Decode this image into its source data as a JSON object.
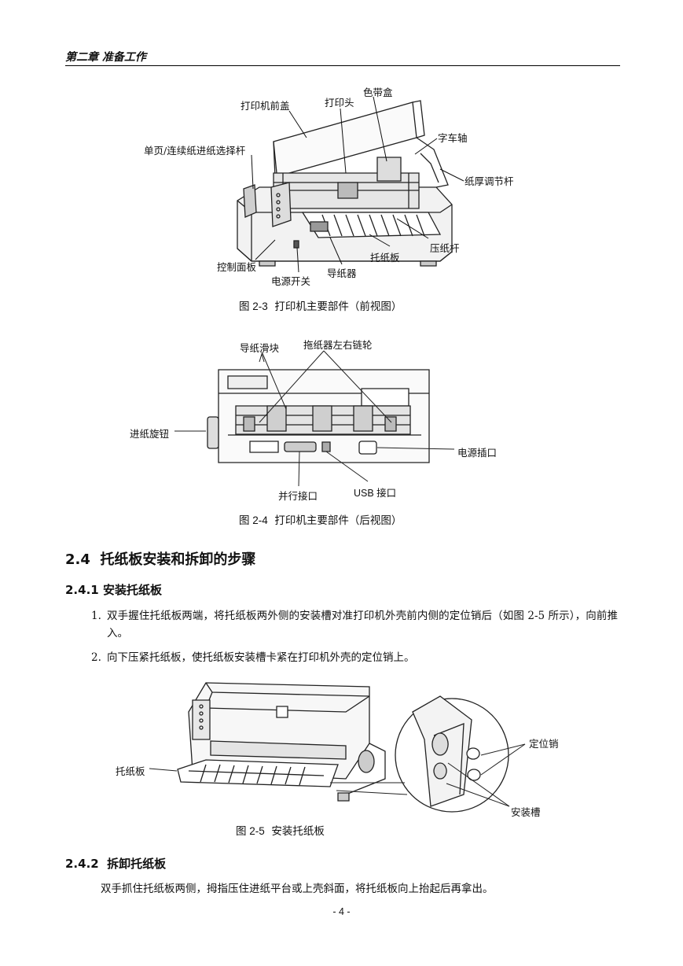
{
  "header": {
    "chapter": "第二章 准备工作"
  },
  "figure3": {
    "labels": {
      "front_cover": "打印机前盖",
      "print_head": "打印头",
      "ribbon": "色带盒",
      "carriage_shaft": "字车轴",
      "selector_lever": "单页/连续纸进纸选择杆",
      "thickness_lever": "纸厚调节杆",
      "bail": "压纸杆",
      "tray": "托纸板",
      "control_panel": "控制面板",
      "guide": "导纸器",
      "power_switch": "电源开关"
    },
    "caption_num": "图 2-3",
    "caption_text": "打印机主要部件（前视图）"
  },
  "figure4": {
    "labels": {
      "slider": "导纸滑块",
      "sprocket": "拖纸器左右链轮",
      "knob": "进纸旋钮",
      "power_socket": "电源插口",
      "parallel": "并行接口",
      "usb": "USB 接口"
    },
    "caption_num": "图 2-4",
    "caption_text": "打印机主要部件（后视图）"
  },
  "section": {
    "number": "2.4",
    "title": "托纸板安装和拆卸的步骤"
  },
  "sub1": {
    "number": "2.4.1",
    "title": "安装托纸板",
    "step1_num": "1.",
    "step1_text": "双手握住托纸板两端，将托纸板两外侧的安装槽对准打印机外壳前内侧的定位销后（如图 2-5 所示），向前推入。",
    "step2_num": "2.",
    "step2_text": "向下压紧托纸板，使托纸板安装槽卡紧在打印机外壳的定位销上。"
  },
  "figure5": {
    "labels": {
      "tray": "托纸板",
      "pin": "定位销",
      "slot": "安装槽"
    },
    "caption_num": "图 2-5",
    "caption_text": "安装托纸板"
  },
  "sub2": {
    "number": "2.4.2",
    "title": "拆卸托纸板",
    "text": "双手抓住托纸板两侧，拇指压住进纸平台或上壳斜面，将托纸板向上抬起后再拿出。"
  },
  "page_number": "- 4 -"
}
